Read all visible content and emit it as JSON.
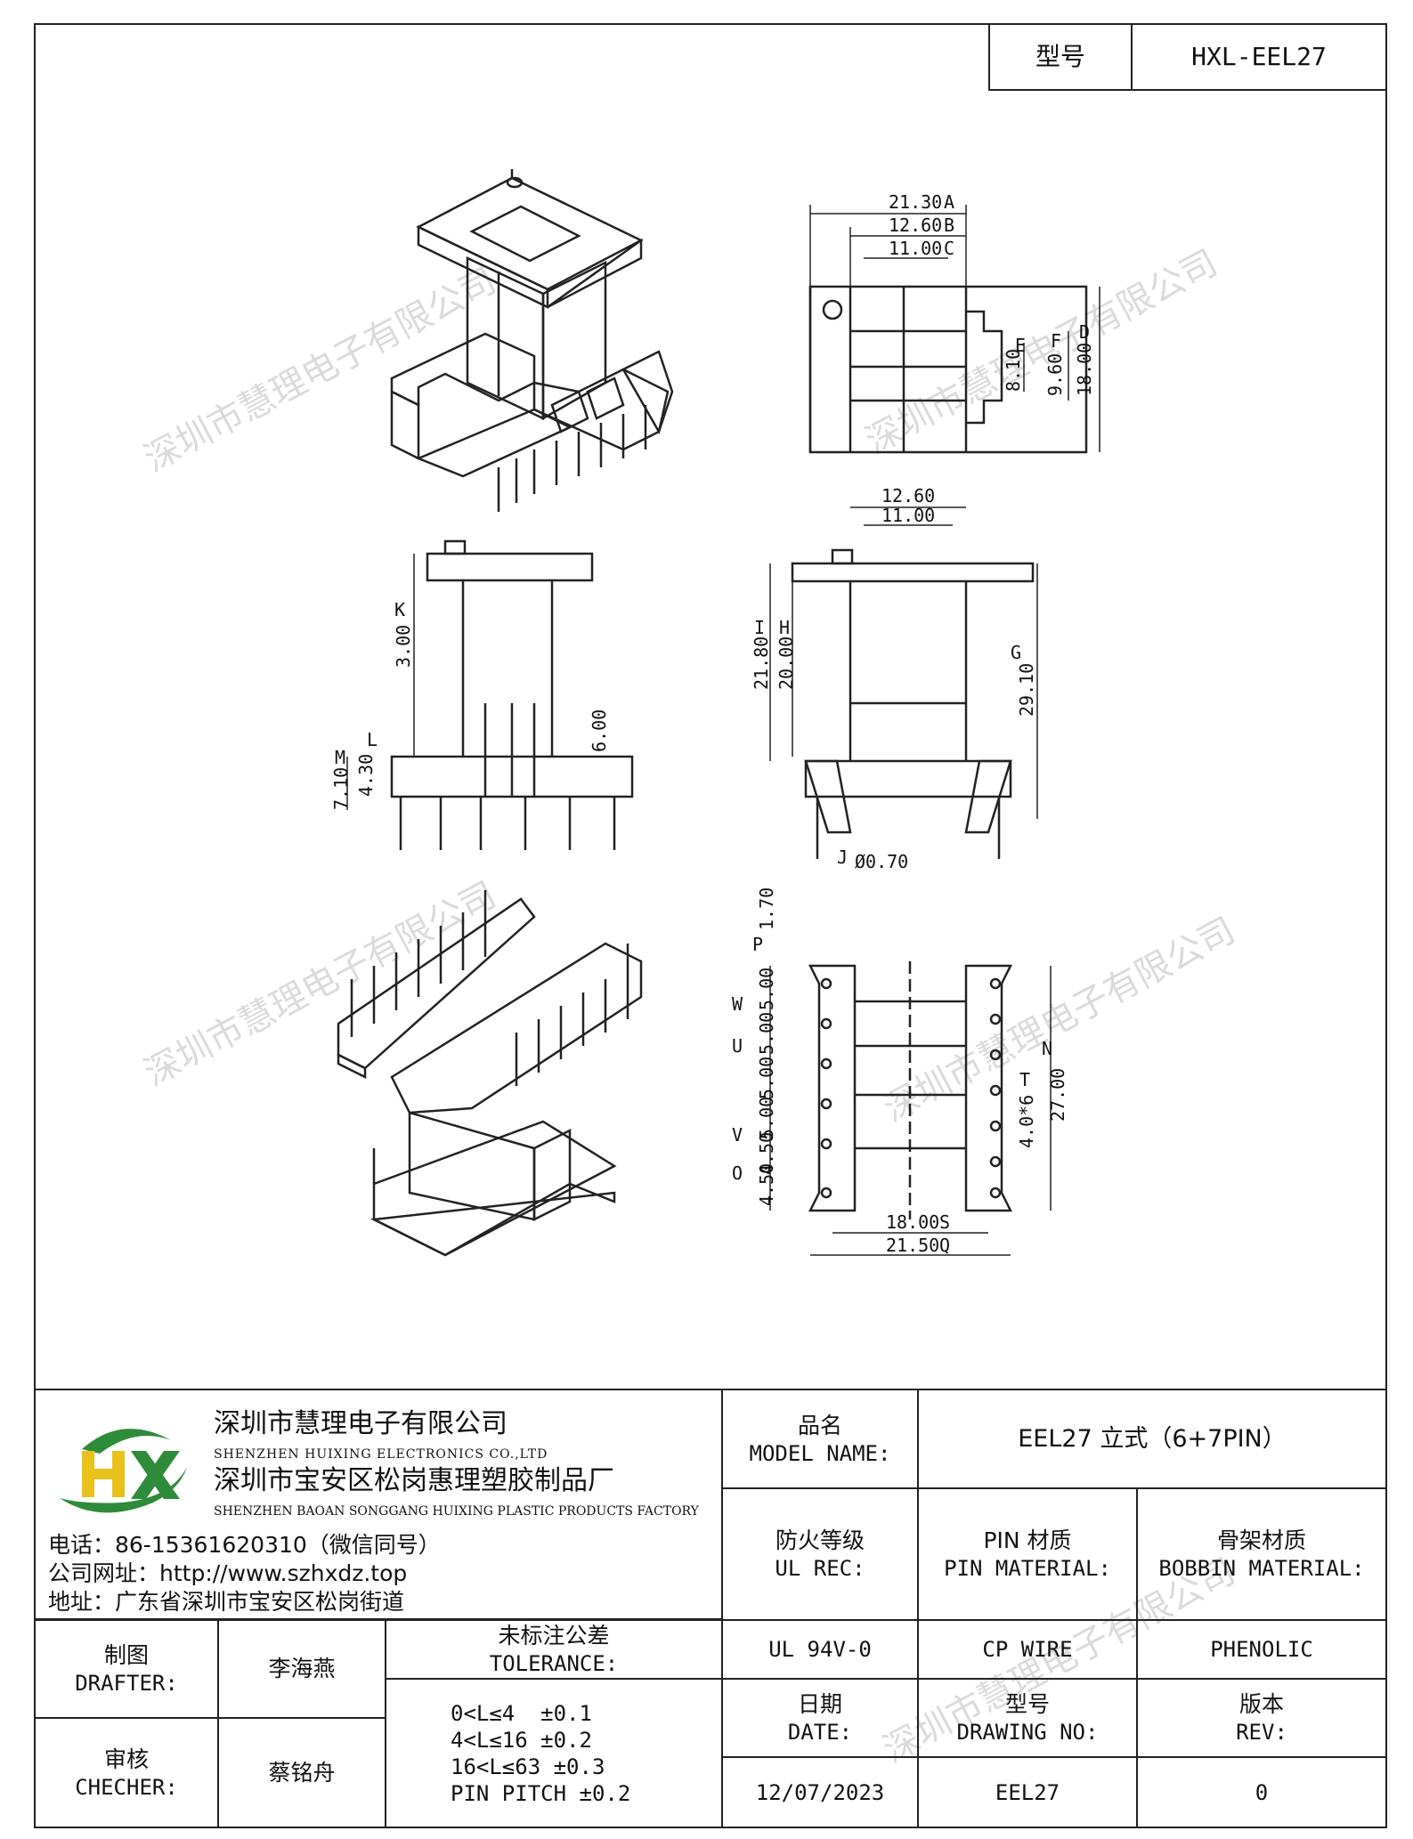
{
  "header": {
    "model_label": "型号",
    "model_value": "HXL-EEL27"
  },
  "watermark": "深圳市慧理电子有限公司",
  "drawing": {
    "top_view_dims": [
      "21.30",
      "12.60",
      "11.00",
      "18.00",
      "9.60",
      "8.10"
    ],
    "top_view_refs": [
      "A",
      "B",
      "C",
      "D",
      "F",
      "E"
    ],
    "front_dims": [
      "3.00",
      "6.00",
      "4.30",
      "7.10"
    ],
    "front_refs": [
      "K",
      "L",
      "M"
    ],
    "side_dims": [
      "12.60",
      "11.00",
      "21.80",
      "20.00",
      "29.10",
      "Ø0.70"
    ],
    "side_refs": [
      "I",
      "H",
      "G",
      "J"
    ],
    "bottom_dims": [
      "1.70",
      "5.00",
      "5.00",
      "5.00",
      "5.00",
      "4.50",
      "4.50",
      "27.00",
      "4.0*6",
      "18.00",
      "21.50"
    ],
    "bottom_refs": [
      "P",
      "W",
      "U",
      "V",
      "O",
      "N",
      "T",
      "S",
      "Q"
    ]
  },
  "company": {
    "name_cn_1": "深圳市慧理电子有限公司",
    "name_en_1": "SHENZHEN HUIXING ELECTRONICS CO.,LTD",
    "name_cn_2": "深圳市宝安区松岗惠理塑胶制品厂",
    "name_en_2": "SHENZHEN BAOAN SONGGANG HUIXING PLASTIC PRODUCTS FACTORY",
    "phone": "电话：86-15361620310（微信同号）",
    "website": "公司网址：http://www.szhxdz.top",
    "address": "地址：广东省深圳市宝安区松岗街道",
    "logo_text": "HX",
    "logo_colors": {
      "green": "#2e8b3a",
      "yellow": "#e8c21a"
    }
  },
  "titleblock": {
    "model_name_cn": "品名",
    "model_name_en": "MODEL NAME:",
    "model_name_value": "EEL27 立式（6+7PIN）",
    "ul_rec_cn": "防火等级",
    "ul_rec_en": "UL REC:",
    "pin_material_cn": "PIN 材质",
    "pin_material_en": "PIN MATERIAL:",
    "bobbin_material_cn": "骨架材质",
    "bobbin_material_en": "BOBBIN MATERIAL:",
    "ul_rec_value": "UL 94V-0",
    "pin_material_value": "CP WIRE",
    "bobbin_material_value": "PHENOLIC",
    "drafter_cn": "制图",
    "drafter_en": "DRAFTER:",
    "drafter_value": "李海燕",
    "checker_cn": "审核",
    "checker_en": "CHECHER:",
    "checker_value": "蔡铭舟",
    "tolerance_cn": "未标注公差",
    "tolerance_en": "TOLERANCE:",
    "tolerance_lines": [
      "0<L≤4  ±0.1",
      "4<L≤16 ±0.2",
      "16<L≤63 ±0.3",
      "PIN PITCH ±0.2"
    ],
    "date_cn": "日期",
    "date_en": "DATE:",
    "drawing_no_cn": "型号",
    "drawing_no_en": "DRAWING NO:",
    "rev_cn": "版本",
    "rev_en": "REV:",
    "date_value": "12/07/2023",
    "drawing_no_value": "EEL27",
    "rev_value": "0"
  }
}
